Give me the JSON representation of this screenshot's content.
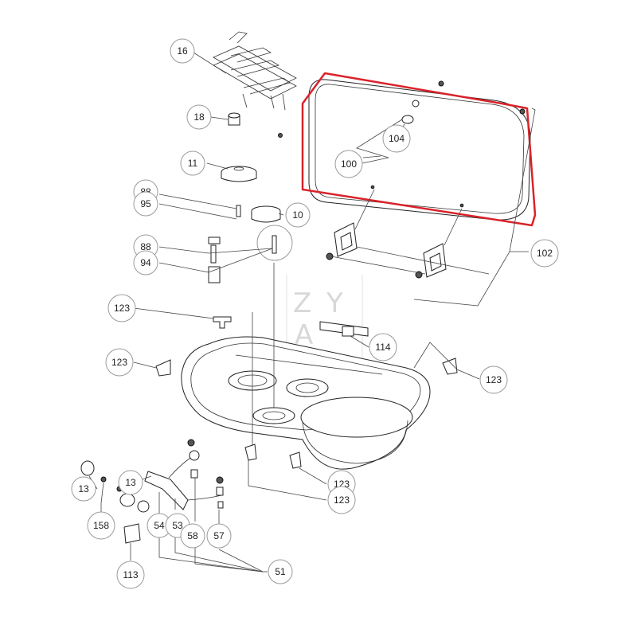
{
  "diagram": {
    "watermark_letters": [
      "Z",
      "Y",
      "A"
    ],
    "highlight_color": "#d9232a",
    "callouts": [
      {
        "key": "c16",
        "label": "16"
      },
      {
        "key": "c18",
        "label": "18"
      },
      {
        "key": "c11",
        "label": "11"
      },
      {
        "key": "c88a",
        "label": "88"
      },
      {
        "key": "c95",
        "label": "95"
      },
      {
        "key": "c10",
        "label": "10"
      },
      {
        "key": "c88b",
        "label": "88"
      },
      {
        "key": "c94",
        "label": "94"
      },
      {
        "key": "c104",
        "label": "104"
      },
      {
        "key": "c100",
        "label": "100"
      },
      {
        "key": "c102",
        "label": "102"
      },
      {
        "key": "c123a",
        "label": "123"
      },
      {
        "key": "c123b",
        "label": "123"
      },
      {
        "key": "c114",
        "label": "114"
      },
      {
        "key": "c123c",
        "label": "123"
      },
      {
        "key": "c123d",
        "label": "123"
      },
      {
        "key": "c123e",
        "label": "123"
      },
      {
        "key": "c13a",
        "label": "13"
      },
      {
        "key": "c13b",
        "label": "13"
      },
      {
        "key": "c158",
        "label": "158"
      },
      {
        "key": "c54",
        "label": "54"
      },
      {
        "key": "c53",
        "label": "53"
      },
      {
        "key": "c58",
        "label": "58"
      },
      {
        "key": "c57",
        "label": "57"
      },
      {
        "key": "c113",
        "label": "113"
      },
      {
        "key": "c51",
        "label": "51"
      }
    ]
  }
}
